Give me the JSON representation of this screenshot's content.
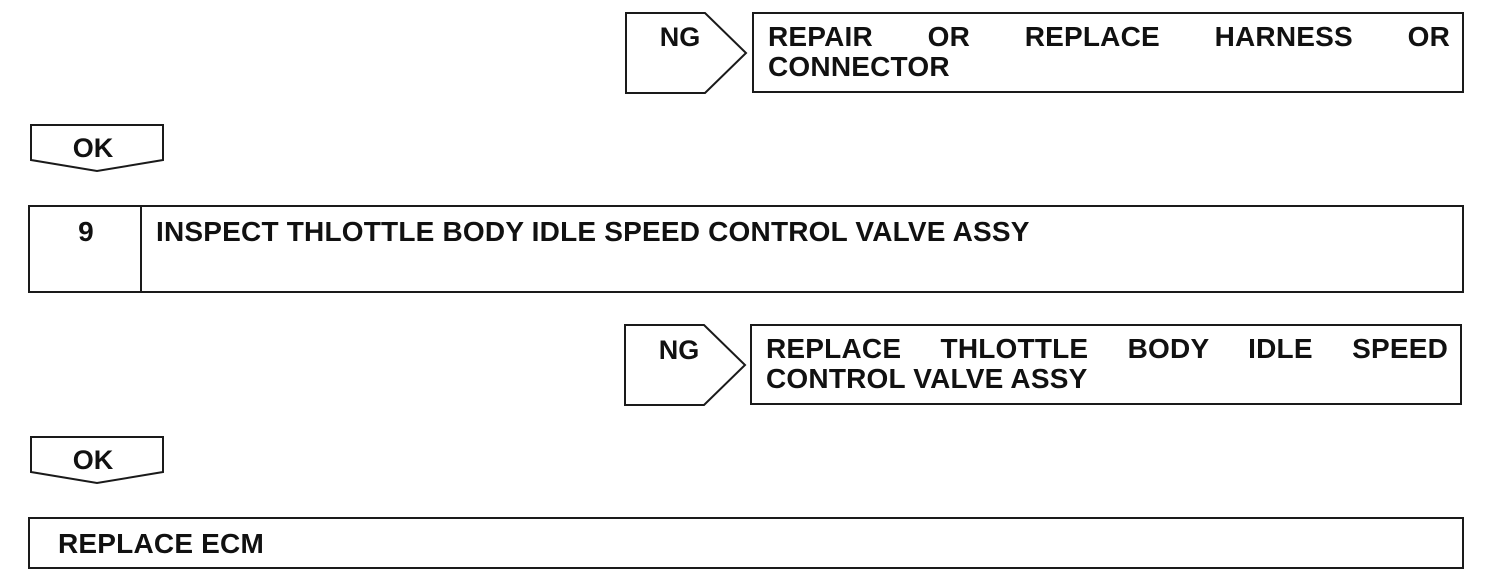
{
  "branches": [
    {
      "ng_label": "NG",
      "action_text": "REPAIR OR REPLACE HARNESS OR CONNECTOR"
    },
    {
      "ng_label": "NG",
      "action_text": "REPLACE THLOTTLE BODY IDLE SPEED CONTROL VALVE ASSY"
    }
  ],
  "ok_labels": [
    "OK",
    "OK"
  ],
  "step": {
    "number": "9",
    "title": "INSPECT THLOTTLE BODY IDLE SPEED CONTROL VALVE ASSY"
  },
  "final_action": "REPLACE ECM"
}
